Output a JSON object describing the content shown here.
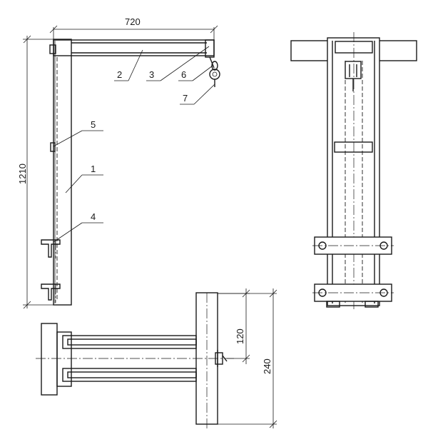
{
  "dimensions": {
    "width_top": "720",
    "height_left": "1210",
    "gap": "120",
    "depth": "240"
  },
  "callouts": [
    "1",
    "2",
    "3",
    "4",
    "5",
    "6",
    "7"
  ]
}
